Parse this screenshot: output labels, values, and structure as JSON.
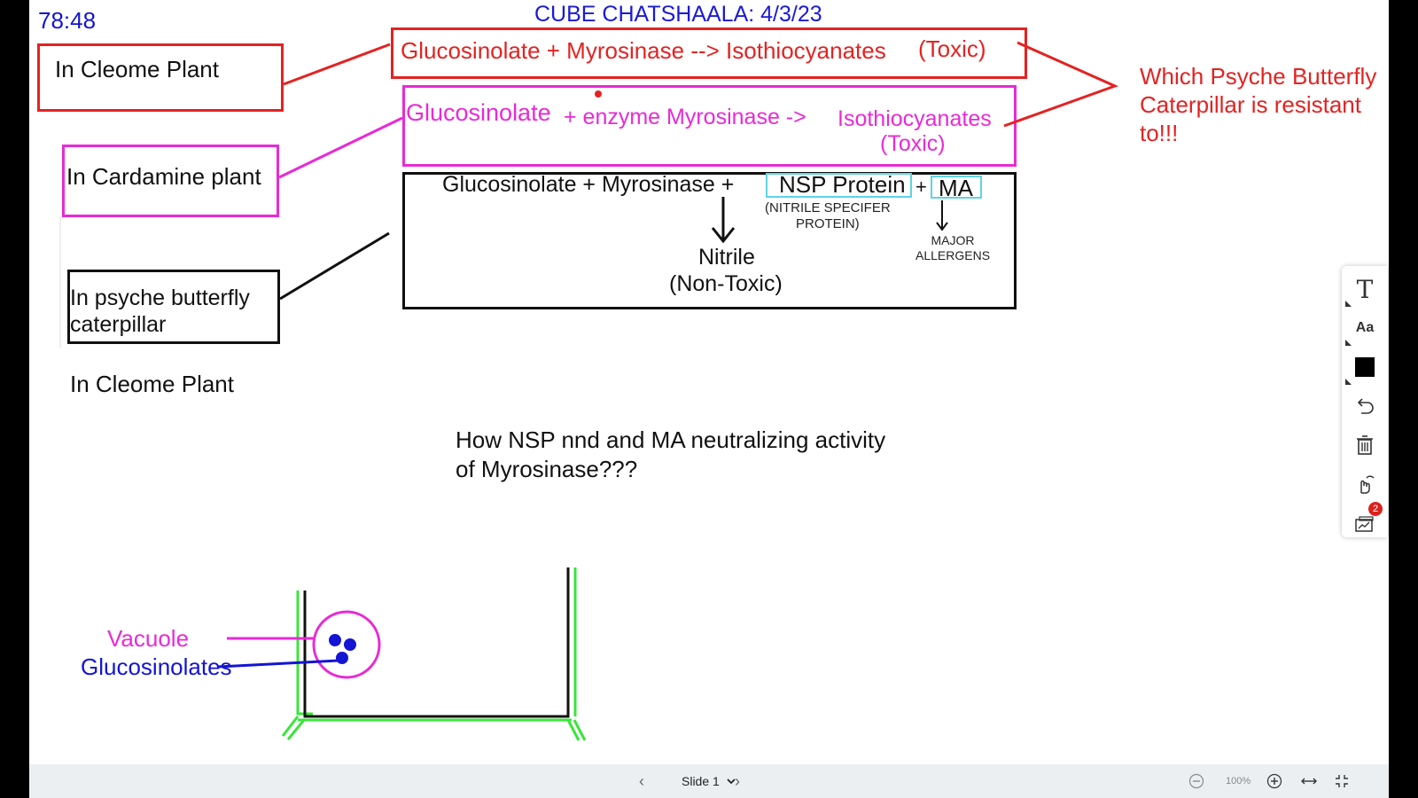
{
  "timer": "78:48",
  "title": "CUBE CHATSHAALA: 4/3/23",
  "labels": {
    "cleome_top": "In Cleome Plant",
    "cardamine": "In Cardamine plant",
    "psyche_line1": "In psyche butterfly",
    "psyche_line2": "caterpillar",
    "cleome_bottom": "In Cleome Plant"
  },
  "equations": {
    "red": "Glucosinolate + Myrosinase --> Isothiocyanates",
    "red_toxic": "(Toxic)",
    "pink_part1": "Glucosinolate",
    "pink_part2": "+ enzyme Myrosinase ->",
    "pink_part3": "Isothiocyanates",
    "pink_toxic": "(Toxic)",
    "black": "Glucosinolate + Myrosinase +",
    "nsp": "NSP Protein",
    "plus": "+",
    "ma": "MA",
    "nsp_note_line1": "(NITRILE SPECIFER",
    "nsp_note_line2": "PROTEIN)",
    "allergens_line1": "MAJOR",
    "allergens_line2": "ALLERGENS",
    "nitrile": "Nitrile",
    "nontoxic": "(Non-Toxic)"
  },
  "note_red": "Which Psyche Butterfly Caterpillar is resistant to!!!",
  "question": "How NSP nnd and MA neutralizing activity of Myrosinase???",
  "cell_labels": {
    "vacuole": "Vacuole",
    "glucosinolates": "Glucosinolates"
  },
  "toolbar": {
    "text_tool": "T",
    "font_tool": "Aa",
    "badge_count": "2"
  },
  "bottom_bar": {
    "slide": "Slide 1",
    "zoom": "100%"
  },
  "colors": {
    "red": "#e32322",
    "magenta": "#e82ad6",
    "blue": "#1414d6",
    "green": "#39e639",
    "cyan": "#5fd3e6"
  }
}
